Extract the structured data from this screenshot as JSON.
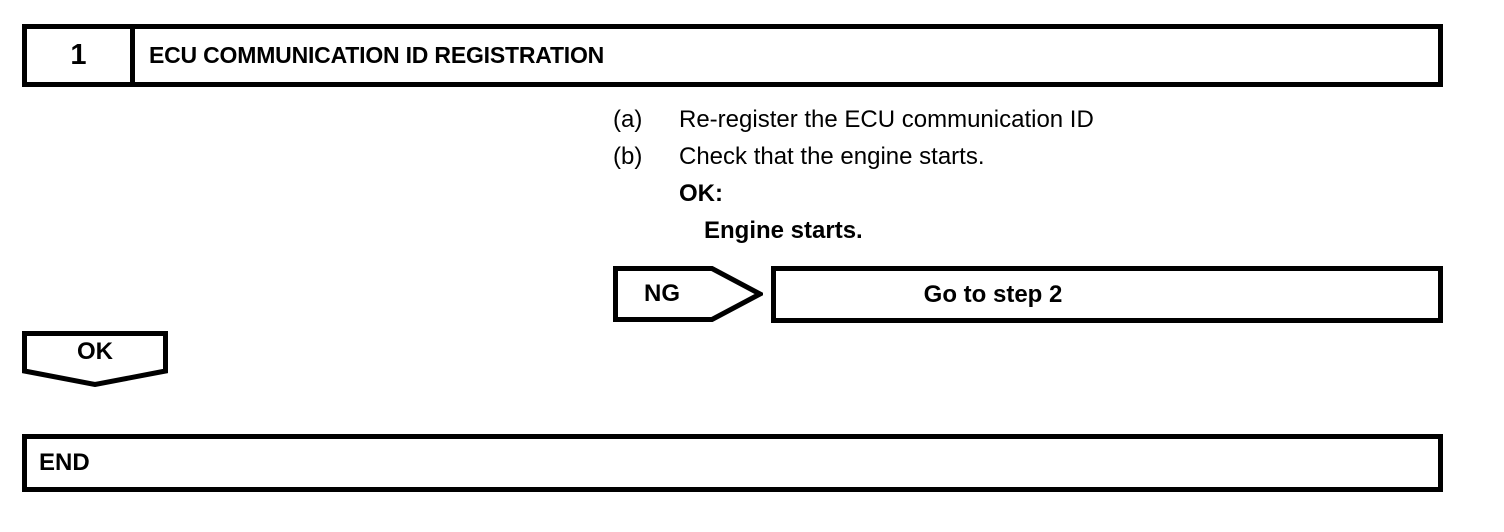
{
  "document": {
    "type": "troubleshooting-flowchart",
    "colors": {
      "ink": "#000000",
      "paper": "#ffffff"
    }
  },
  "step_header": {
    "number": "1",
    "title": "ECU COMMUNICATION ID REGISTRATION"
  },
  "instructions": [
    {
      "marker": "(a)",
      "text": "Re-register the ECU communication ID"
    },
    {
      "marker": "(b)",
      "text": "Check that the engine starts."
    },
    {
      "marker": "",
      "text": "OK:"
    },
    {
      "marker": "",
      "text": "Engine starts."
    }
  ],
  "branches": {
    "ng": {
      "label": "NG",
      "target_label": "Go to step 2"
    },
    "ok": {
      "label": "OK"
    }
  },
  "terminator": {
    "label": "END"
  }
}
